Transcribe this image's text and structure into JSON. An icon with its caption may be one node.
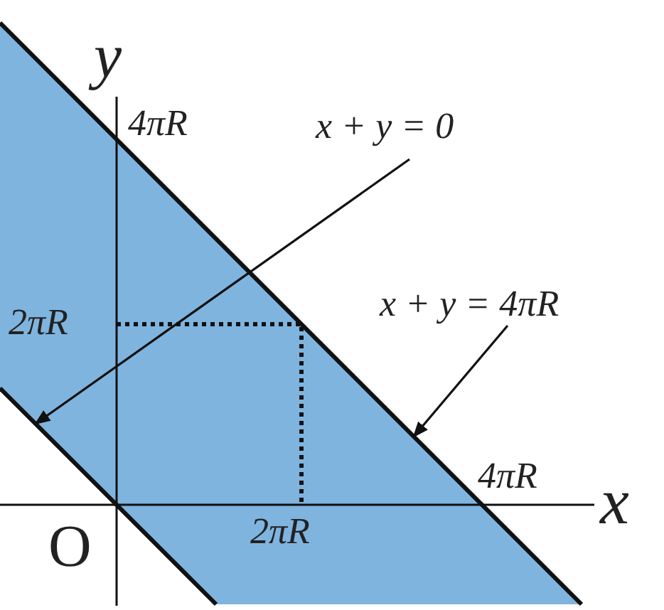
{
  "diagram": {
    "nodes": [
      {
        "text": [
          "x + y = 0"
        ]
      },
      {
        "text": [
          "x + y = 4πR"
        ]
      }
    ],
    "edges": [
      {
        "from": 0,
        "to": null,
        "arrow": "to"
      },
      {
        "from": 1,
        "to": null,
        "arrow": "to"
      }
    ],
    "labels": [
      "y",
      "4πR",
      "2πR",
      "4πR",
      "x",
      "O",
      "2πR"
    ]
  }
}
